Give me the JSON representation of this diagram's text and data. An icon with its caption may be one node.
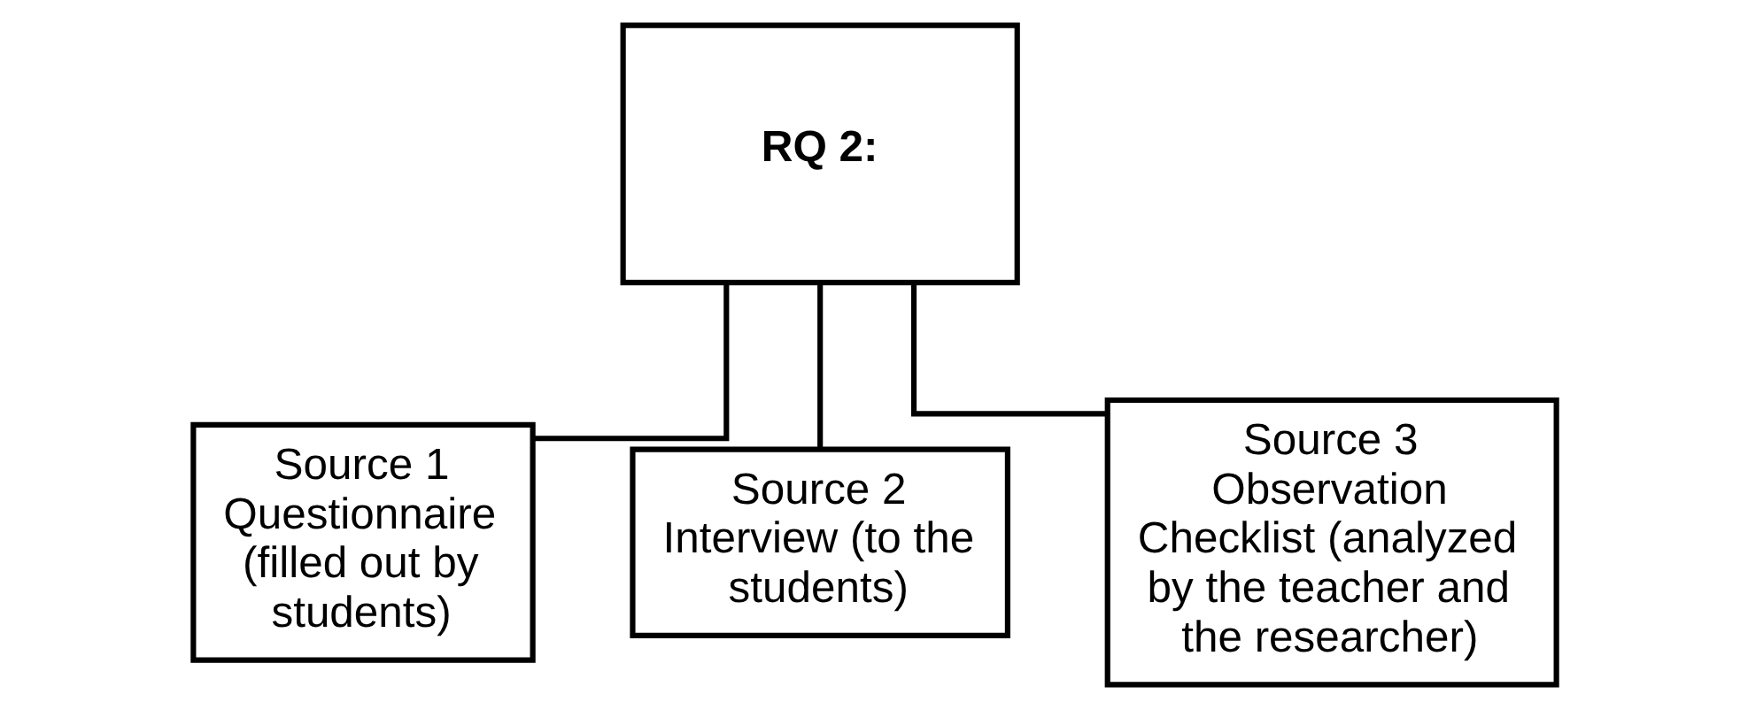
{
  "diagram": {
    "nodes": [
      {
        "text": [
          "RQ 2:"
        ]
      },
      {
        "text": [
          "Source 1",
          "Questionnaire (filled out by students)"
        ]
      },
      {
        "text": [
          "Source 2",
          "Interview (to the students)"
        ]
      },
      {
        "text": [
          "Source 3",
          "Observation Checklist (analyzed by the teacher and the researcher)"
        ]
      }
    ],
    "edges": [
      {
        "from": 0,
        "to": 1,
        "arrow": "none"
      },
      {
        "from": 0,
        "to": 2,
        "arrow": "none"
      },
      {
        "from": 0,
        "to": 3,
        "arrow": "none"
      }
    ]
  }
}
